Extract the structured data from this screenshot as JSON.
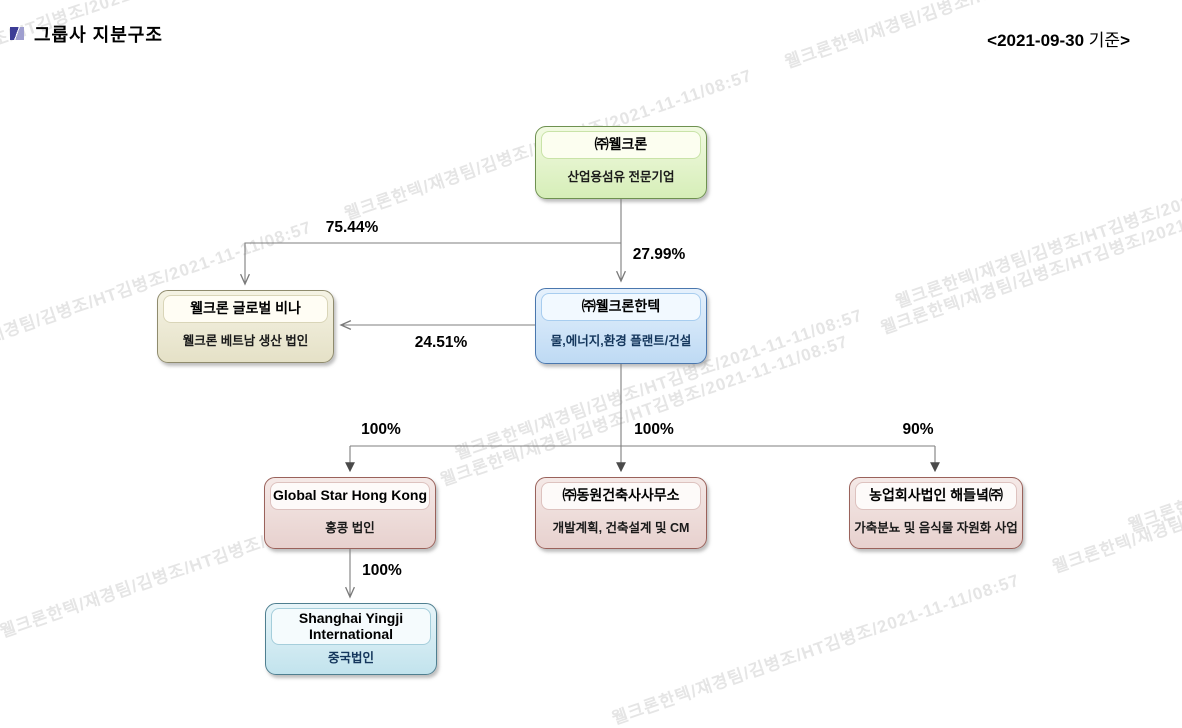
{
  "header": {
    "title": "그룹사 지분구조",
    "as_of": {
      "open": "<2021-09-30",
      "label": " 기준",
      "close": ">"
    }
  },
  "watermark": {
    "text": "웰크론한텍/재경팀/김병조/HT김병조/2021-11-11/08:57"
  },
  "icons": {
    "title_bullet": "two-tone-square-bullet"
  },
  "colors": {
    "welcron_fill": "#d6eeb8",
    "welcron_border": "#6e9150",
    "vina_fill": "#e5e1c7",
    "vina_border": "#8f8b6d",
    "hantec_fill": "#bedaf4",
    "hantec_border": "#4a77ae",
    "subsidiary_fill": "#e7d1ce",
    "subsidiary_border": "#9a625b",
    "shanghai_fill": "#c2e3ed",
    "shanghai_border": "#4f7f90",
    "line": "#7f7f7f"
  },
  "entities": {
    "welcron": {
      "name": "㈜웰크론",
      "desc": "산업용섬유 전문기업"
    },
    "global_vina": {
      "name": "웰크론 글로벌 비나",
      "desc": "웰크론 베트남 생산 법인"
    },
    "hantec": {
      "name": "㈜웰크론한텍",
      "desc": "물,에너지,환경 플랜트/건설"
    },
    "global_star": {
      "name": "Global Star Hong Kong",
      "desc": "홍콩 법인"
    },
    "dongwon": {
      "name": "㈜동원건축사사무소",
      "desc": "개발계획, 건축설계 및 CM"
    },
    "haedeulnyeok": {
      "name": "농업회사법인 해들녘㈜",
      "desc": "가축분뇨 및 음식물 자원화 사업"
    },
    "shanghai": {
      "name": "Shanghai Yingji International",
      "desc": "중국법인"
    }
  },
  "connections": [
    {
      "from": "㈜웰크론",
      "to": "웰크론 글로벌 비나",
      "label": "75.44%"
    },
    {
      "from": "㈜웰크론",
      "to": "㈜웰크론한텍",
      "label": "27.99%"
    },
    {
      "from": "㈜웰크론한텍",
      "to": "웰크론 글로벌 비나",
      "label": "24.51%"
    },
    {
      "from": "㈜웰크론한텍",
      "to": "Global Star Hong Kong",
      "label": "100%"
    },
    {
      "from": "㈜웰크론한텍",
      "to": "㈜동원건축사사무소",
      "label": "100%"
    },
    {
      "from": "㈜웰크론한텍",
      "to": "농업회사법인 해들녘㈜",
      "label": "90%"
    },
    {
      "from": "Global Star Hong Kong",
      "to": "Shanghai Yingji International",
      "label": "100%"
    }
  ]
}
